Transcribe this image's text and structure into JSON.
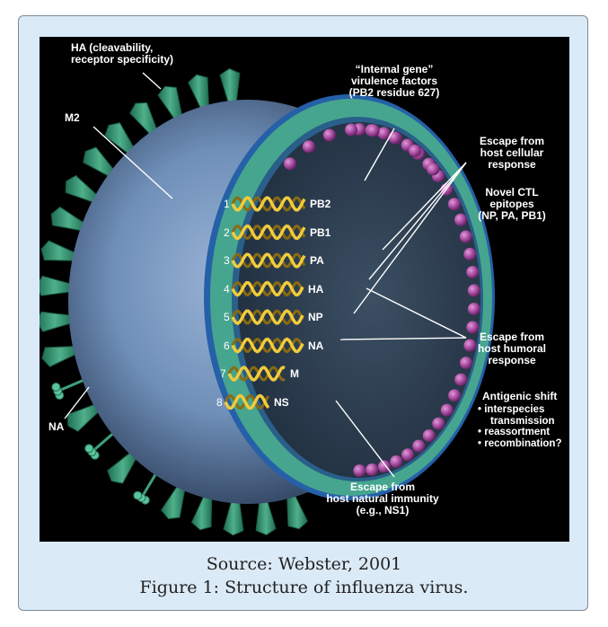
{
  "figure": {
    "labels": {
      "ha_top": "HA (cleavability, receptor specificity)",
      "m2": "M2",
      "na_left": "NA",
      "internal": "“Internal gene” virulence factors (PB2 residue 627)",
      "escape_cellular": "Escape from host cellular response",
      "novel_ctl": "Novel CTL epitopes (NP, PA, PB1)",
      "escape_humoral": "Escape from host humoral response",
      "antigenic_shift": "Antigenic shift",
      "shift_items": [
        "• interspecies",
        "transmission",
        "• reassortment",
        "• recombination?"
      ],
      "escape_natural": "Escape from host natural immunity (e.g., NS1)"
    },
    "label_lines": {
      "ha_top": [
        "HA (cleavability,",
        "receptor specificity)"
      ],
      "internal": [
        "“Internal gene”",
        "virulence factors",
        "(PB2 residue 627)"
      ],
      "escape_cellular": [
        "Escape from",
        "host cellular",
        "response"
      ],
      "novel_ctl": [
        "Novel CTL",
        "epitopes",
        "(NP, PA, PB1)"
      ],
      "escape_humoral": [
        "Escape from",
        "host humoral",
        "response"
      ],
      "escape_natural": [
        "Escape from",
        "host natural immunity",
        "(e.g., NS1)"
      ]
    },
    "segments": [
      {
        "num": "1",
        "name": "PB2"
      },
      {
        "num": "2",
        "name": "PB1"
      },
      {
        "num": "3",
        "name": "PA"
      },
      {
        "num": "4",
        "name": "HA"
      },
      {
        "num": "5",
        "name": "NP"
      },
      {
        "num": "6",
        "name": "NA"
      },
      {
        "num": "7",
        "name": "M"
      },
      {
        "num": "8",
        "name": "NS"
      }
    ]
  },
  "caption": {
    "source": "Source: Webster, 2001",
    "title": "Figure 1: Structure of influenza virus."
  },
  "colors": {
    "frame_bg": "#dbeaf7",
    "figure_bg": "#000000",
    "envelope": "#6f8fb8",
    "membrane_green": "#3f9a86",
    "membrane_blue": "#2560a8",
    "interior": "#2e3f52",
    "matrix_beads": "#9a3f95",
    "rna": "#e8c23a",
    "spikes": "#2f8a6b"
  }
}
